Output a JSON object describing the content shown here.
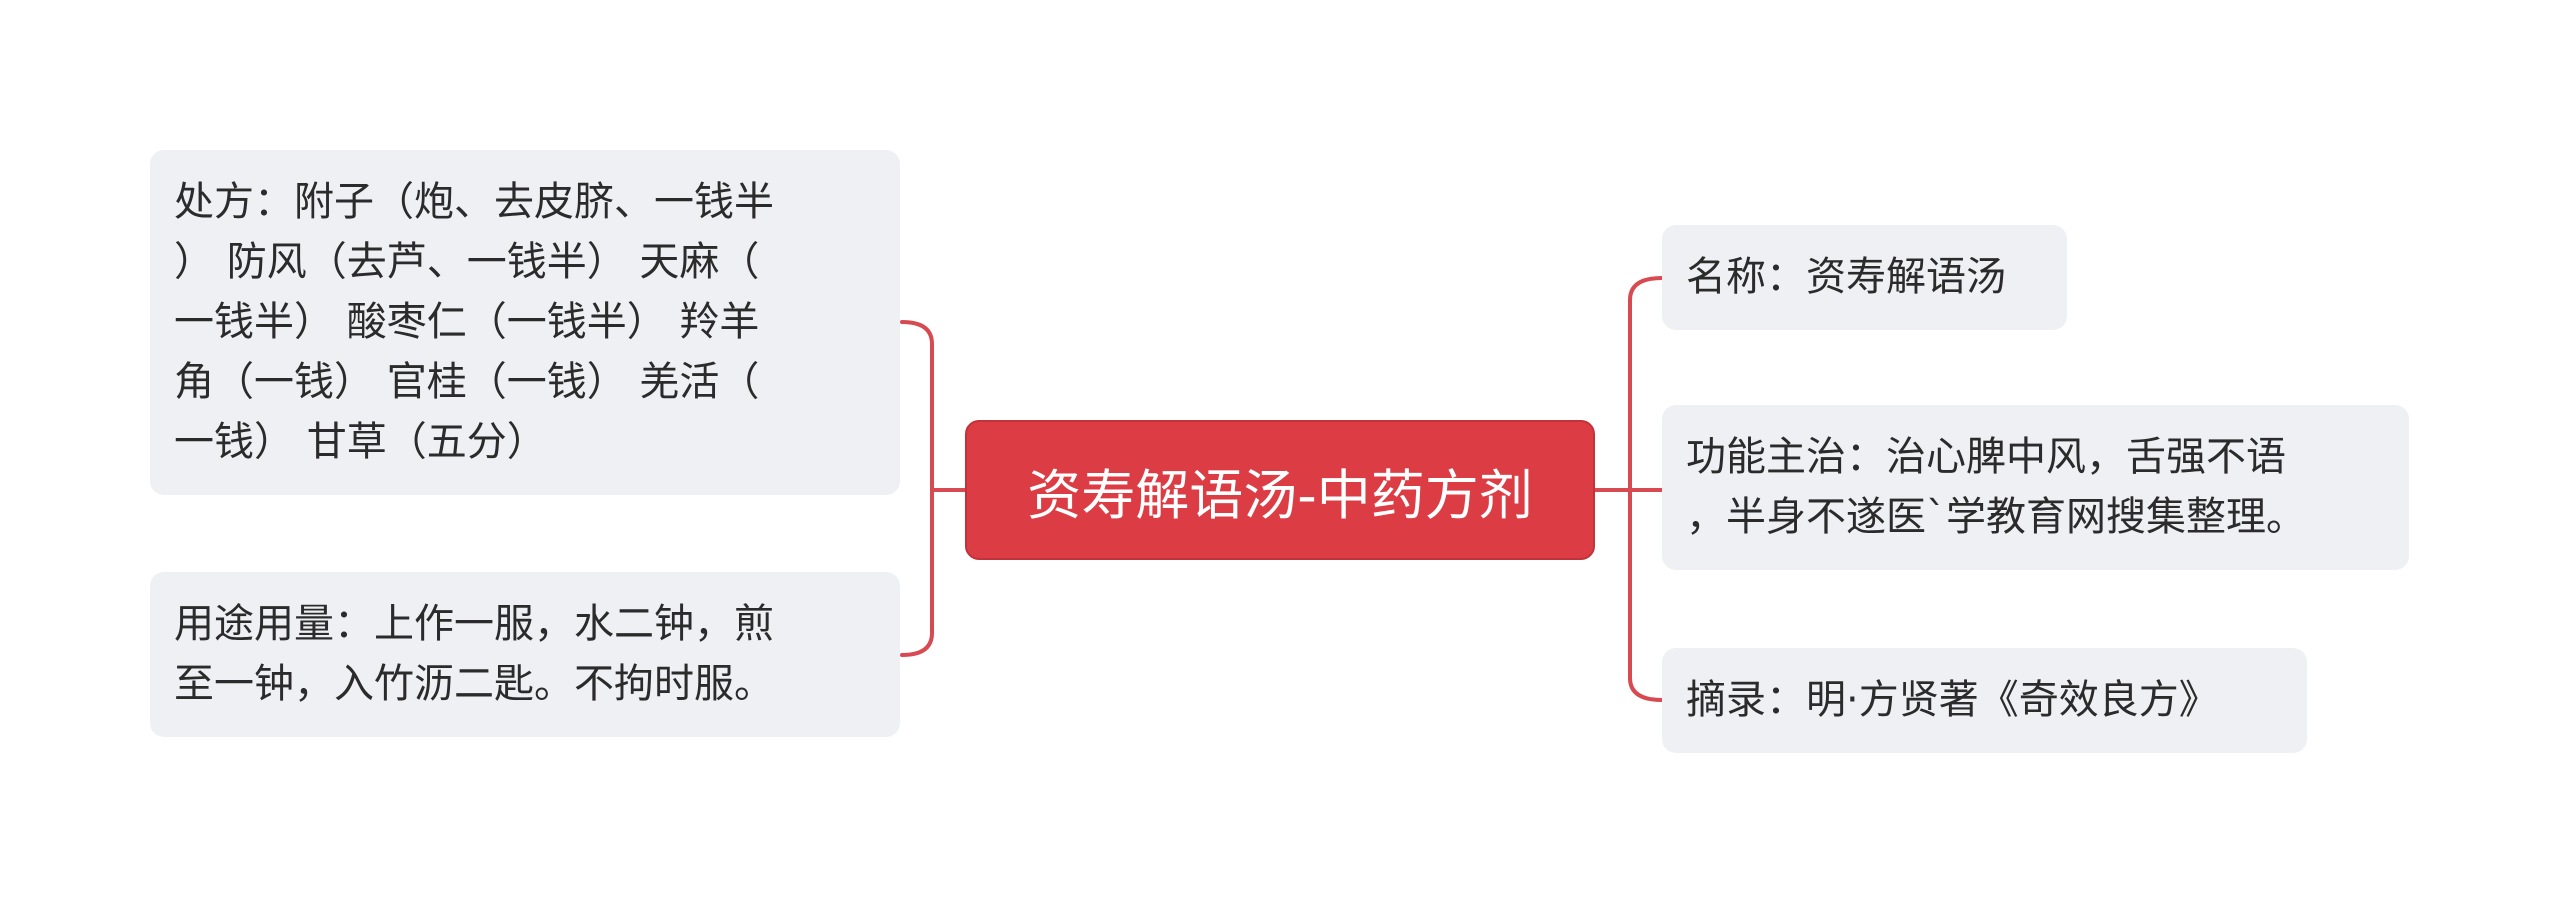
{
  "diagram": {
    "type": "mindmap",
    "line_color": "#d84a52",
    "center": {
      "label": "资寿解语汤-中药方剂",
      "color": "#dc3d45"
    },
    "left_nodes": [
      {
        "id": "prescription",
        "text": "处方：附子（炮、去皮脐、一钱半\n） 防风（去芦、一钱半） 天麻（\n一钱半） 酸枣仁（一钱半） 羚羊\n角（一钱） 官桂（一钱） 羌活（\n一钱） 甘草（五分）"
      },
      {
        "id": "usage",
        "text": "用途用量：上作一服，水二钟，煎\n至一钟，入竹沥二匙。不拘时服。"
      }
    ],
    "right_nodes": [
      {
        "id": "name",
        "text": "名称：资寿解语汤"
      },
      {
        "id": "function",
        "text": "功能主治：治心脾中风，舌强不语\n，半身不遂医`学教育网搜集整理。"
      },
      {
        "id": "source",
        "text": "摘录：明·方贤著《奇效良方》"
      }
    ]
  }
}
